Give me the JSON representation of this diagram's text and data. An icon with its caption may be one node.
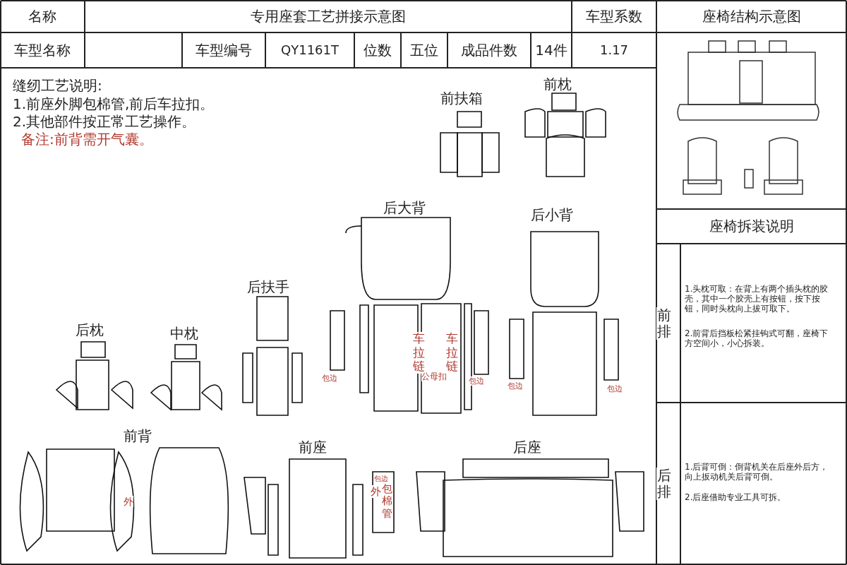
{
  "diagram": {
    "labels": [
      "名称",
      "专用座套工艺拼接示意图",
      "车型系数",
      "座椅结构示意图",
      "车型名称",
      "车型编号",
      "QY1161T",
      "位数",
      "五位",
      "成品件数",
      "14件",
      "1.17",
      "缝纫工艺说明:",
      "1.前座外脚包棉管,前后车拉扣。",
      "2.其他部件按正常工艺操作。",
      "备注:前背需开气囊。",
      "前扶箱",
      "前枕",
      "后大背",
      "后小背",
      "后扶手",
      "后枕",
      "中枕",
      "车拉链",
      "车拉链",
      "包边",
      "公母扣",
      "包边",
      "包边",
      "包边",
      "座椅拆装说明",
      "前排",
      "1.头枕可取：在背上有两个插头枕的胶壳，其中一个胶壳上有按钮，按下按钮，同时头枕向上拔可取下。",
      "2.前背后挡板松紧挂钩式可翻，座椅下方空间小，小心拆装。",
      "后排",
      "1.后背可倒：倒背机关在后座外后方，向上扳动机关后背可倒。",
      "2.后座借助专业工具可拆。",
      "前背",
      "外",
      "前座",
      "包边",
      "外",
      "包棉管",
      "后座"
    ]
  }
}
